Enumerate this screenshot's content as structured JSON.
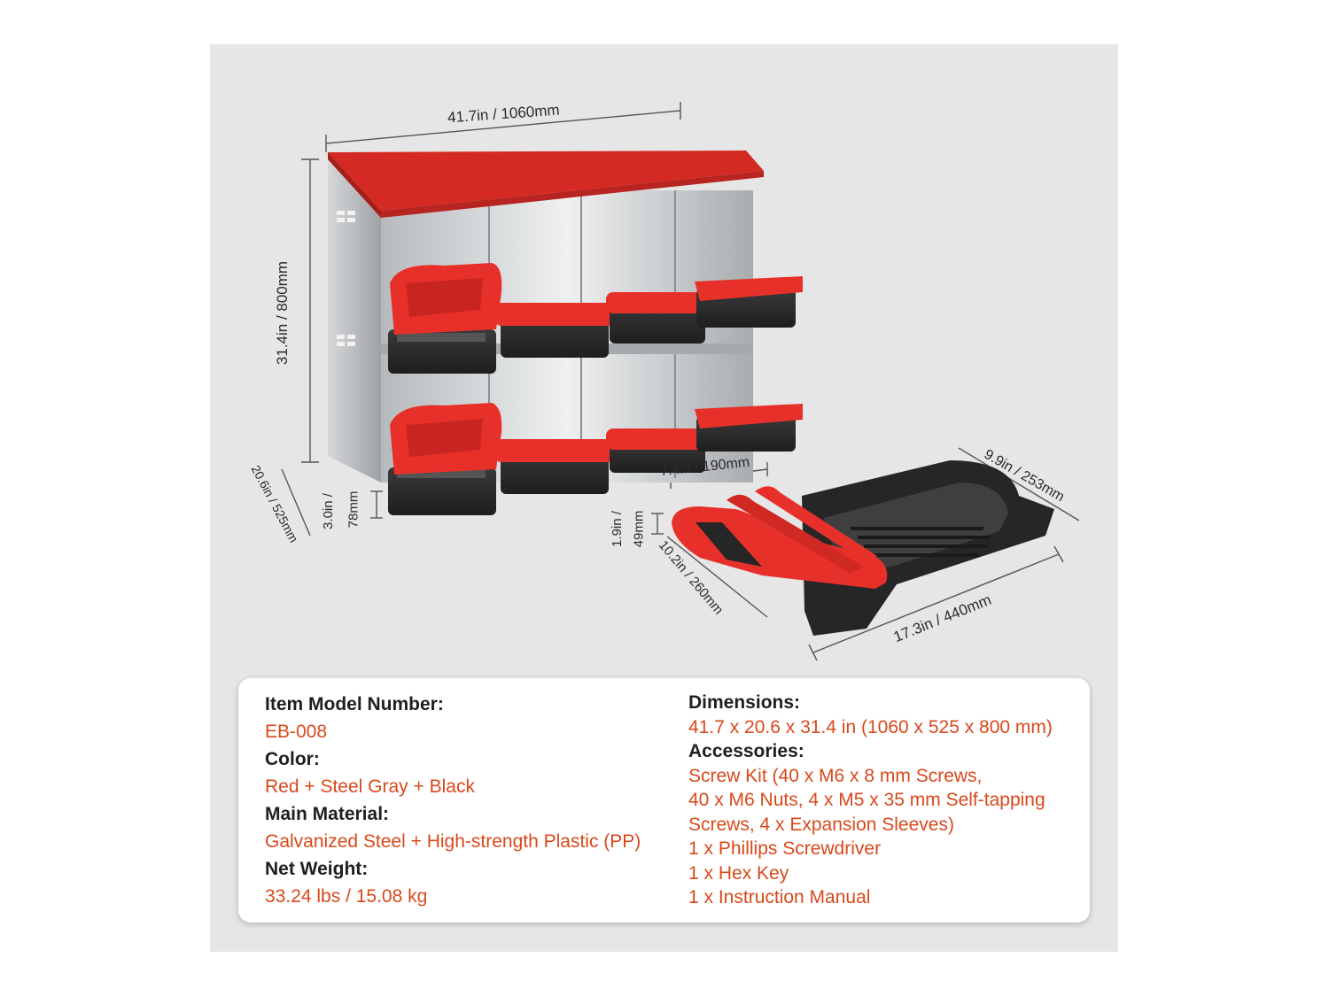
{
  "dimensions_labels": {
    "width": "41.7in / 1060mm",
    "height": "31.4in / 800mm",
    "depth": "20.6in / 525mm",
    "tray_height_1": "3.0in /",
    "tray_height_2": "78mm",
    "tray_width": "7.4in / 190mm",
    "tray_short_height_1": "1.9in /",
    "tray_short_height_2": "49mm",
    "tray_side": "10.2in / 260mm",
    "tray_length": "17.3in / 440mm",
    "tray_depth": "9.9in / 253mm"
  },
  "specs": {
    "model_label": "Item Model Number:",
    "model_value": "EB-008",
    "color_label": "Color:",
    "color_value": "Red + Steel Gray + Black",
    "material_label": "Main Material:",
    "material_value": "Galvanized Steel + High-strength Plastic (PP)",
    "weight_label": "Net Weight:",
    "weight_value": "33.24 lbs / 15.08 kg",
    "dimensions_label": "Dimensions:",
    "dimensions_value": "41.7 x 20.6 x 31.4 in (1060 x 525 x 800 mm)",
    "accessories_label": "Accessories:",
    "accessories": [
      "Screw Kit (40 x M6 x 8 mm Screws,",
      "40 x M6 Nuts, 4 x M5 x 35 mm Self-tapping",
      "Screws, 4 x Expansion Sleeves)",
      "1 x Phillips Screwdriver",
      "1 x Hex Key",
      "1 x Instruction Manual"
    ]
  },
  "colors": {
    "panel_bg": "#e6e6e6",
    "roof_red": "#d52a24",
    "handle_red": "#e8302a",
    "tray_black": "#2a2a2a",
    "steel": "#c9ccce",
    "value_orange": "#d9481b"
  }
}
